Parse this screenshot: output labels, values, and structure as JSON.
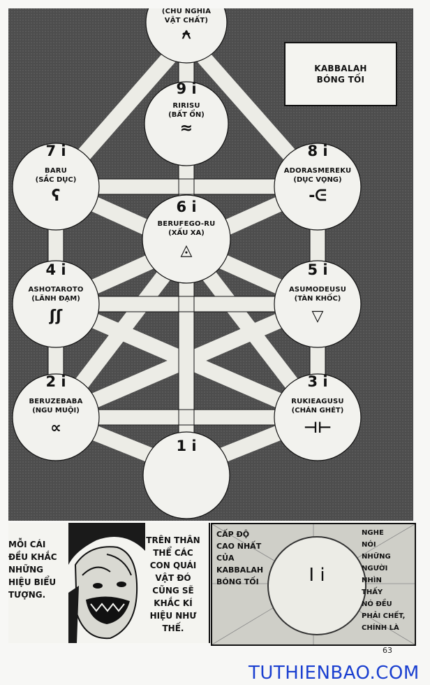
{
  "box": {
    "line1": "KABBALAH",
    "line2": "BÓNG TỐI"
  },
  "nodes": {
    "top": {
      "line1": "(CHỦ NGHĨA",
      "line2": "VẬT CHẤT)",
      "symbol": "⍲"
    },
    "n9": {
      "num": "9 i",
      "name": "RIRISU",
      "sub": "(BẤT ỔN)",
      "symbol": "≈"
    },
    "n7": {
      "num": "7 i",
      "name": "BARU",
      "sub": "(SẮC DỤC)",
      "symbol": "ʕ"
    },
    "n8": {
      "num": "8 i",
      "name": "ADORASMEREKU",
      "sub": "(DỤC VỌNG)",
      "symbol": "-ᕮ"
    },
    "n6": {
      "num": "6 i",
      "name": "BERUFEGO-RU",
      "sub": "(XẤU XA)",
      "symbol": "◬"
    },
    "n4": {
      "num": "4 i",
      "name": "ASHOTAROTO",
      "sub": "(LÃNH ĐẠM)",
      "symbol": "ʃʃ"
    },
    "n5": {
      "num": "5 i",
      "name": "ASUMODEUSU",
      "sub": "(TÀN KHỐC)",
      "symbol": "▽"
    },
    "n2": {
      "num": "2 i",
      "name": "BERUZEBABA",
      "sub": "(NGU MUỘI)",
      "symbol": "∝"
    },
    "n3": {
      "num": "3 i",
      "name": "RUKIEAGUSU",
      "sub": "(CHÁN GHÉT)",
      "symbol": "⊣⊢"
    },
    "n1": {
      "num": "1 i"
    }
  },
  "speech_left_1": [
    "MỖI CÁI",
    "ĐỀU KHẮC",
    "NHỮNG",
    "HIỆU BIỂU",
    "TƯỢNG."
  ],
  "speech_left_2": [
    "TRÊN THÂN",
    "THỂ CÁC",
    "CON QUÁI",
    "VẬT ĐÓ",
    "CŨNG SẼ",
    "KHẮC KÍ",
    "HIỆU NHƯ",
    "THẾ."
  ],
  "speech_right_1": [
    "CẤP ĐỘ",
    "CAO NHẤT",
    "CỦA",
    "KABBALAH",
    "BÓNG TỐI"
  ],
  "speech_right_2": [
    "NGHE",
    "NÓI",
    "NHỮNG",
    "NGƯỜI",
    "NHÌN",
    "THẤY",
    "NÓ ĐỀU",
    "PHẢI CHẾT,",
    "CHÍNH LÀ"
  ],
  "sphere_label": "I i",
  "page_number": "63",
  "watermark": "TUTHIENBAO.COM"
}
